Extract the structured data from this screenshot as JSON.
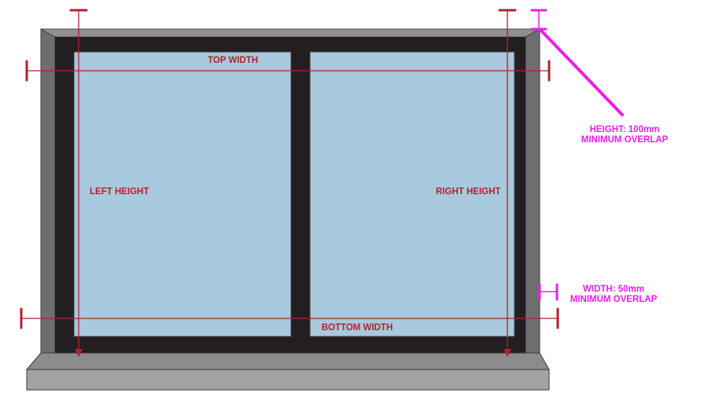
{
  "colors": {
    "measure_red": "#b3212c",
    "overlap_magenta": "#e91ee9",
    "glass": "#a8c9de",
    "frame_dark": "#231f20",
    "recess_grey": "#7a7a7a",
    "sill_grey": "#a3a3a3",
    "outline": "#3a3a3a"
  },
  "labels": {
    "top_width": "TOP WIDTH",
    "bottom_width": "BOTTOM WIDTH",
    "left_height": "LEFT HEIGHT",
    "right_height": "RIGHT HEIGHT",
    "height_overlap_line1": "HEIGHT: 100mm",
    "height_overlap_line2": "MINIMUM OVERLAP",
    "width_overlap_line1": "WIDTH: 50mm",
    "width_overlap_line2": "MINIMUM OVERLAP"
  }
}
